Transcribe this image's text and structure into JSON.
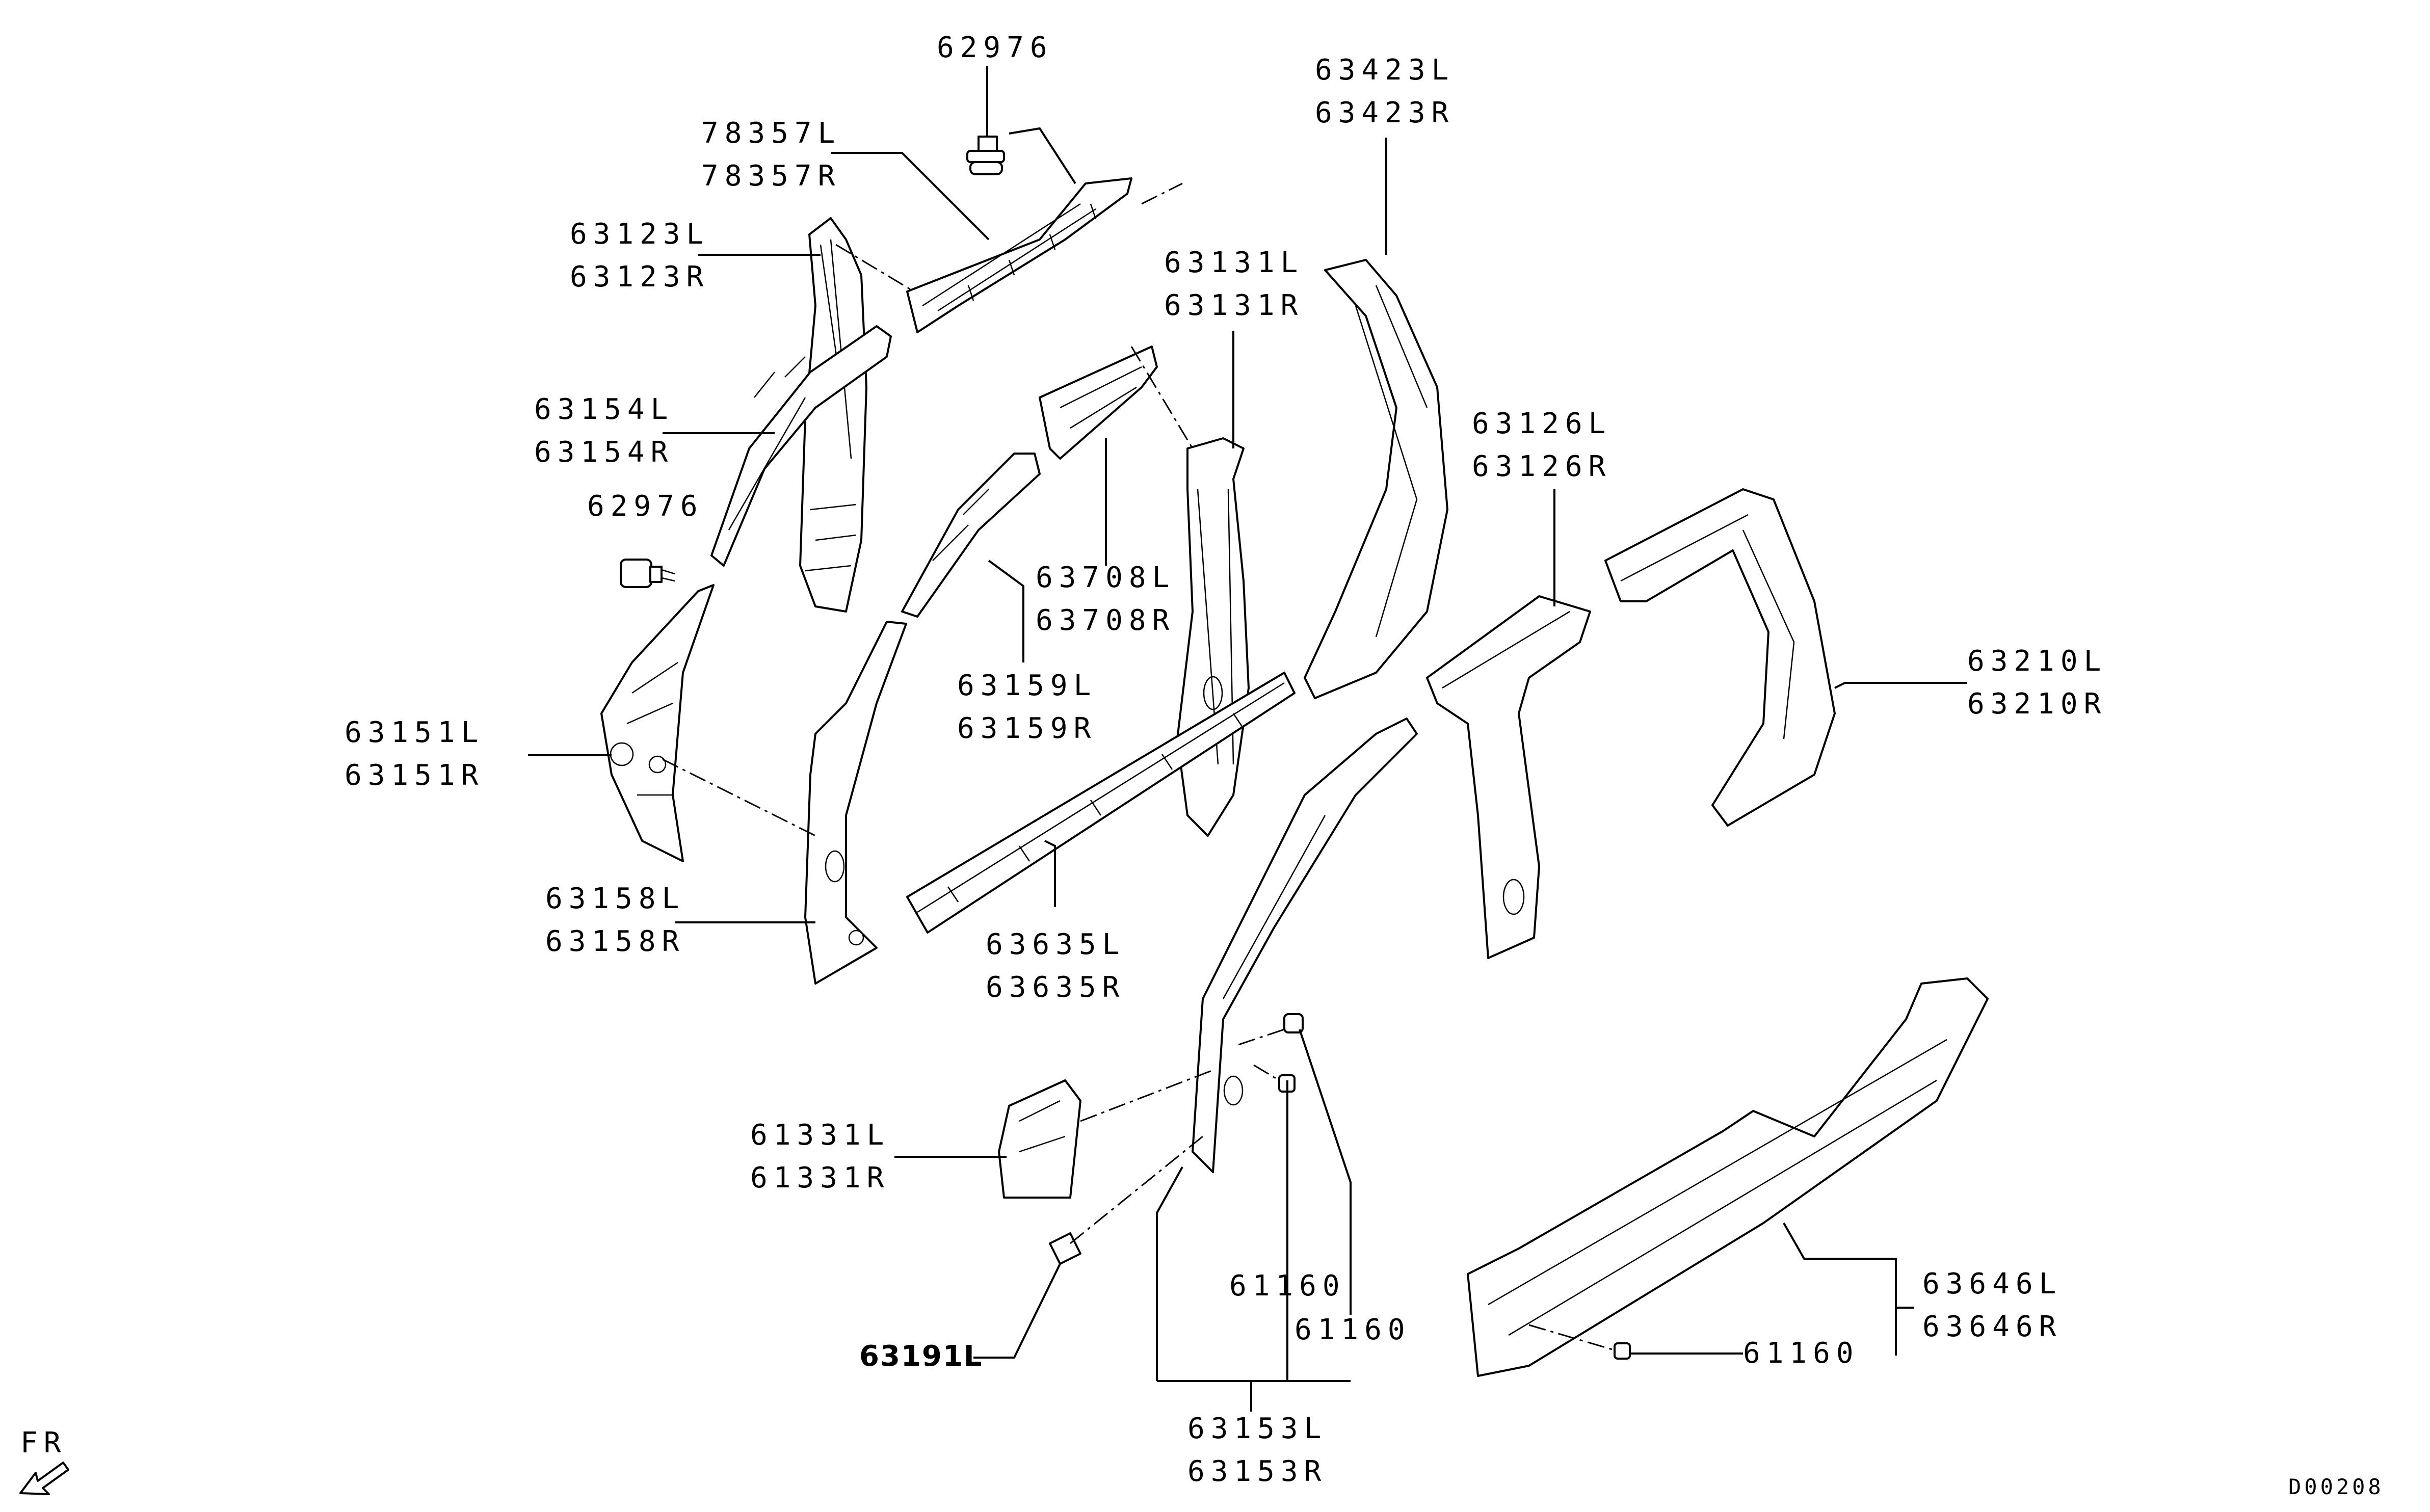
{
  "labels": {
    "p62976_top": "62976",
    "p78357": [
      "78357L",
      "78357R"
    ],
    "p63123": [
      "63123L",
      "63123R"
    ],
    "p63154": [
      "63154L",
      "63154R"
    ],
    "p62976_mid": "62976",
    "p63151": [
      "63151L",
      "63151R"
    ],
    "p63158": [
      "63158L",
      "63158R"
    ],
    "p63159": [
      "63159L",
      "63159R"
    ],
    "p63708": [
      "63708L",
      "63708R"
    ],
    "p63131": [
      "63131L",
      "63131R"
    ],
    "p63423": [
      "63423L",
      "63423R"
    ],
    "p63126": [
      "63126L",
      "63126R"
    ],
    "p63210": [
      "63210L",
      "63210R"
    ],
    "p63635": [
      "63635L",
      "63635R"
    ],
    "p61331": [
      "61331L",
      "61331R"
    ],
    "p63191": "63191L",
    "p61160_a": "61160",
    "p61160_b": "61160",
    "p63153": [
      "63153L",
      "63153R"
    ],
    "p63646": [
      "63646L",
      "63646R"
    ],
    "p61160_c": "61160"
  },
  "direction_label": "FR",
  "diagram_code": "D00208",
  "icons": [
    "bolt-icon",
    "front-direction-arrow-icon"
  ],
  "colors": {
    "line": "#000000",
    "background": "#ffffff"
  }
}
